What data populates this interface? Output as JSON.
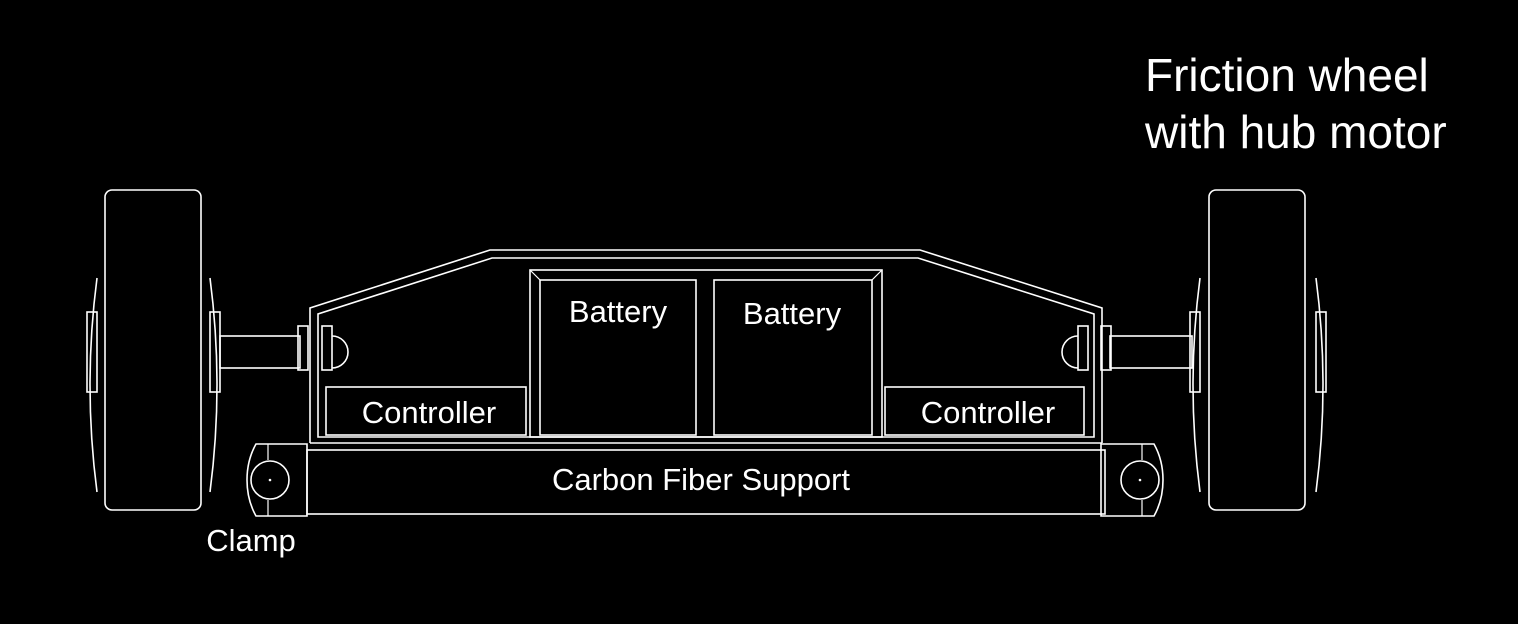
{
  "labels": {
    "battery_left": "Battery",
    "battery_right": "Battery",
    "controller_left": "Controller",
    "controller_right": "Controller",
    "support": "Carbon Fiber Support",
    "clamp": "Clamp",
    "friction_wheel_line1": "Friction wheel",
    "friction_wheel_line2": "with hub motor"
  },
  "colors": {
    "background": "#000000",
    "line": "#ffffff",
    "text": "#ffffff"
  }
}
